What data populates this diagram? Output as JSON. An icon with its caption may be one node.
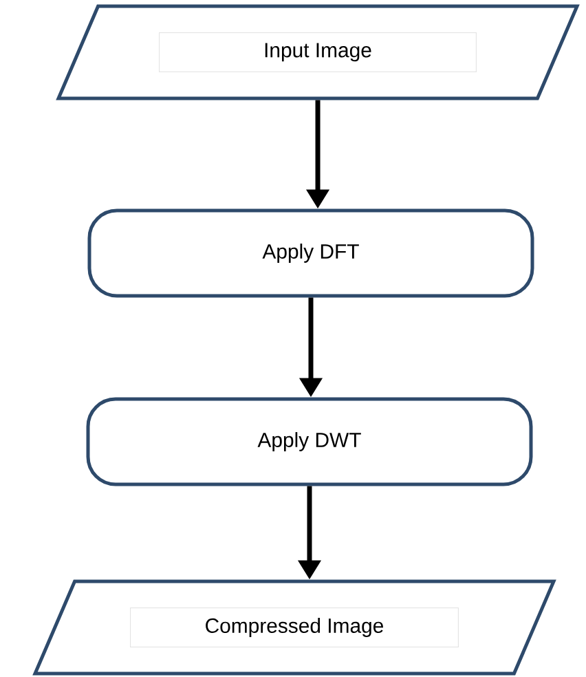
{
  "diagram": {
    "nodes": [
      {
        "text": [
          "Input Image"
        ]
      },
      {
        "text": [
          "Apply DFT"
        ]
      },
      {
        "text": [
          "Apply DWT"
        ]
      },
      {
        "text": [
          "Compressed Image"
        ]
      }
    ],
    "edges": [
      {
        "from": 0,
        "to": 1,
        "arrow": "to"
      },
      {
        "from": 1,
        "to": 2,
        "arrow": "to"
      },
      {
        "from": 2,
        "to": 3,
        "arrow": "to"
      }
    ]
  }
}
